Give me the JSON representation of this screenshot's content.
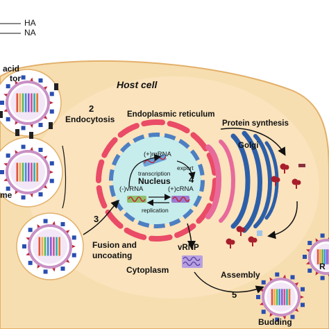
{
  "legend": {
    "items": [
      "HA",
      "NA"
    ]
  },
  "labels": {
    "receptor_line1": "acid",
    "receptor_line2": "tor",
    "host_cell": "Host cell",
    "step2_number": "2",
    "step2": "Endocytosis",
    "endoplasmic_reticulum": "Endoplasmic reticulum",
    "protein_synthesis": "Protein synthesis",
    "golgi": "Golgi",
    "mrna": "(+)mRNA",
    "transcription": "transcription",
    "export": "export",
    "nucleus": "Nucleus",
    "step4_number": "4",
    "vrna": "(-)vRNA",
    "crna": "(+)cRNA",
    "replication": "replication",
    "endosome_partial": "me",
    "step3_number": "3",
    "step3_line1": "Fusion and",
    "step3_line2": "uncoating",
    "vrnp": "vRNP",
    "assembly": "Assembly",
    "cytoplasm": "Cytoplasm",
    "step5_number": "5",
    "budding": "Budding",
    "right_partial": "R"
  },
  "colors": {
    "cell_fill": "#f7deb0",
    "cell_stroke": "#e2b06a",
    "nucleus_fill": "#c6ecec",
    "nucleus_ring": "#4d7fc2",
    "er": "#ea4b66",
    "golgi_pink": "#e86a9b",
    "golgi_blue": "#2d5fa8",
    "ha_spike": "#c0283a",
    "na_spike": "#2a4fb0",
    "virion_membrane": "#c990c4",
    "protein_red": "#a81e2c"
  }
}
